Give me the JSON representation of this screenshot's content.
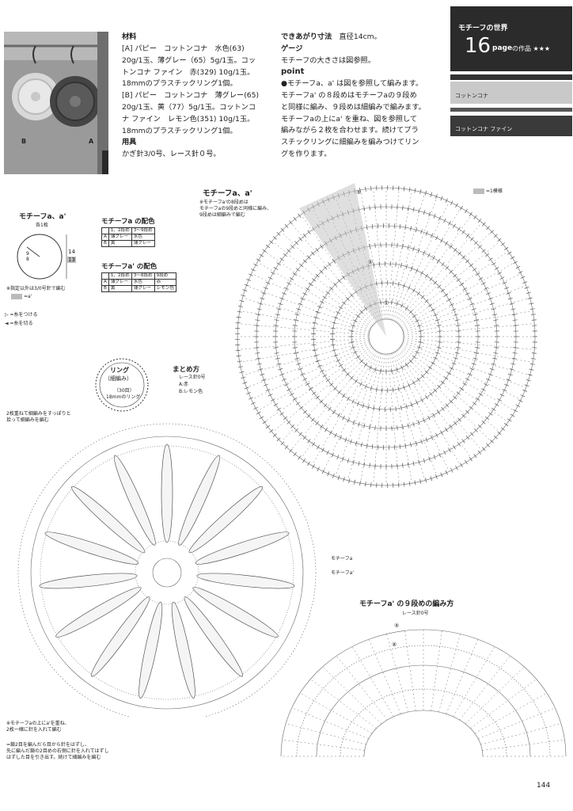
{
  "materials": {
    "heading": "材料",
    "lines": [
      "[A] パピー　コットンコナ　水色(63)",
      "20g/1玉、薄グレー（65）5g/1玉。コッ",
      "トンコナ ファイン　赤(329) 10g/1玉。",
      "18mmのプラスチックリング1個。",
      "[B] パピー　コットンコナ　薄グレー(65)",
      "20g/1玉、黄（77）5g/1玉。コットンコ",
      "ナ ファイン　レモン色(351) 10g/1玉。",
      "18mmのプラスチックリング1個。"
    ],
    "tools_heading": "用具",
    "tools": "かぎ針3/0号、レース針０号。"
  },
  "finish": {
    "size_label": "できあがり寸法",
    "size_value": "直径14cm。",
    "gauge_heading": "ゲージ",
    "gauge_text": "モチーフの大きさは図参照。",
    "point_heading": "point",
    "point_lines": [
      "●モチーフa、a' は図を参照して編みます。",
      "モチーフa' の８段めはモチーフaの９段め",
      "と同様に編み、９段めは細編みで編みます。",
      "モチーフaの上にa' を重ね、図を参照して",
      "編みながら２枚を合わせます。続けてプラ",
      "スチックリングに細編みを編みつけてリン",
      "グを作ります。"
    ]
  },
  "header": {
    "series": "モチーフの世界",
    "number": "16",
    "page_label": "page",
    "work_label": "の作品 ★★★",
    "yarn1": "コットンコナ",
    "yarn2": "コットンコナ ファイン"
  },
  "photo": {
    "label_b": "B",
    "label_a": "A"
  },
  "left_small": {
    "title": "モチーフa、a'",
    "count": "各1枚",
    "dim1": "14",
    "dim2": "13",
    "center_top": "9",
    "center_bottom": "8",
    "note1": "※指定以外は3/0号針で編む",
    "legend_a": "=a'",
    "legend_join": "=糸をつける",
    "legend_cut": "=糸を切る"
  },
  "colors_a": {
    "title": "モチーフa の配色",
    "rows": [
      [
        "",
        "1、2段め",
        "3〜9段め"
      ],
      [
        "A",
        "薄グレー",
        "水色"
      ],
      [
        "B",
        "黄",
        "薄グレー"
      ]
    ]
  },
  "colors_a2": {
    "title": "モチーフa' の配色",
    "rows": [
      [
        "",
        "1、2段め",
        "3〜8段め",
        "9段め"
      ],
      [
        "A",
        "薄グレー",
        "水色",
        "赤"
      ],
      [
        "B",
        "黄",
        "薄グレー",
        "レモン色"
      ]
    ]
  },
  "big_chart": {
    "title": "モチーフa、a'",
    "note": "※モチーフa'の8段めは\nモチーフaの9段めと同様に編み、\n9段めは細編みで編む",
    "legend": "=1模様",
    "rounds": [
      "⑨",
      "⑤",
      "①"
    ]
  },
  "ring": {
    "title": "リング",
    "sub": "（細編み）",
    "count": "（30目）",
    "ring_label": "18mmのリング"
  },
  "assembly": {
    "title": "まとめ方",
    "needle": "レース針0号",
    "color_a": "A:赤",
    "color_b": "B:レモン色",
    "note": "2枚重ねて細編みをすっぽりと\n拾って細編みを編む",
    "label_a": "モチーフa",
    "label_a2": "モチーフa'",
    "bottom_note1": "※モチーフaの上にa'を重ね、\n2枚一緒に針を入れて編む",
    "bottom_note2": "=鎖2目を編んだら目から針をはずし、\n先に編んだ鎖の2目めの右側に針を入れてはずし\nはずした目を引き出す。続けて細編みを編む"
  },
  "round9": {
    "title": "モチーフa' の９段めの編み方",
    "needle": "レース針0号",
    "rounds": [
      "⑨",
      "⑧"
    ]
  },
  "page_number": "144"
}
